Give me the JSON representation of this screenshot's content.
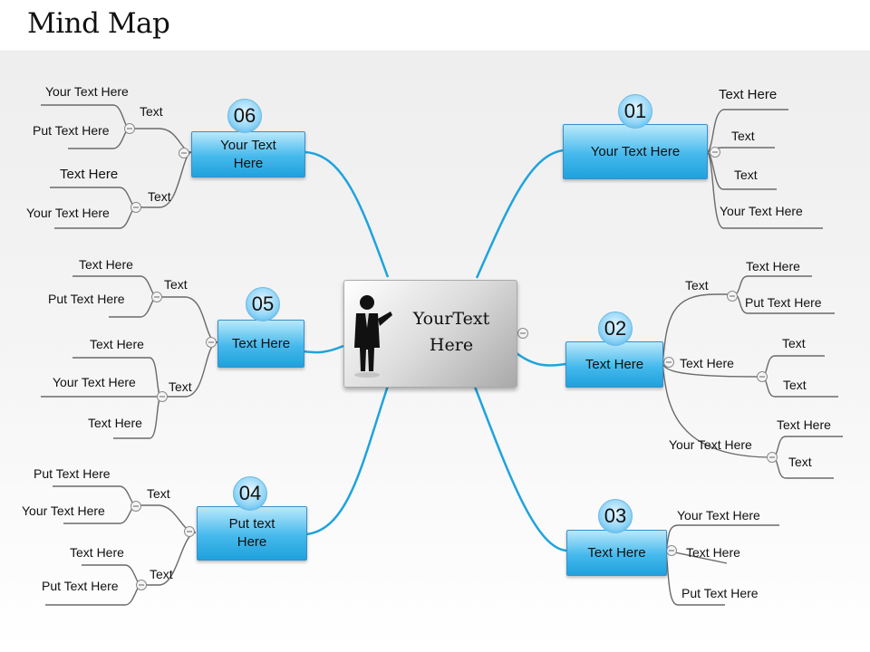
{
  "title": "Mind Map",
  "center": {
    "text": "YourText\nHere",
    "icon": "presenter-icon"
  },
  "nodes": [
    {
      "number": "01",
      "text": "Your Text Here"
    },
    {
      "number": "02",
      "text": "Text Here"
    },
    {
      "number": "03",
      "text": "Text Here"
    },
    {
      "number": "04",
      "text": "Put text\nHere"
    },
    {
      "number": "05",
      "text": "Text Here"
    },
    {
      "number": "06",
      "text": "Your Text\nHere"
    }
  ],
  "labels": {
    "n1": [
      "Text Here",
      "Text",
      "Text",
      "Your Text Here"
    ],
    "n2": [
      "Text",
      "Text Here",
      "Put Text Here",
      "Text Here",
      "Text",
      "Text",
      "Your Text Here",
      "Text Here",
      "Text"
    ],
    "n3": [
      "Your Text Here",
      "Text Here",
      "Put Text Here"
    ],
    "n4": [
      "Put Text Here",
      "Text",
      "Your Text Here",
      "Text Here",
      "Text",
      "Put Text Here"
    ],
    "n5": [
      "Text Here",
      "Text",
      "Put Text Here",
      "Text Here",
      "Your Text Here",
      "Text",
      "Text Here"
    ],
    "n6": [
      "Your Text Here",
      "Text",
      "Put Text Here",
      "Text Here",
      "Text",
      "Your Text Here"
    ]
  },
  "colors": {
    "link": "#1fa3dc",
    "branch": "#666666",
    "box": "#45b9ec"
  }
}
